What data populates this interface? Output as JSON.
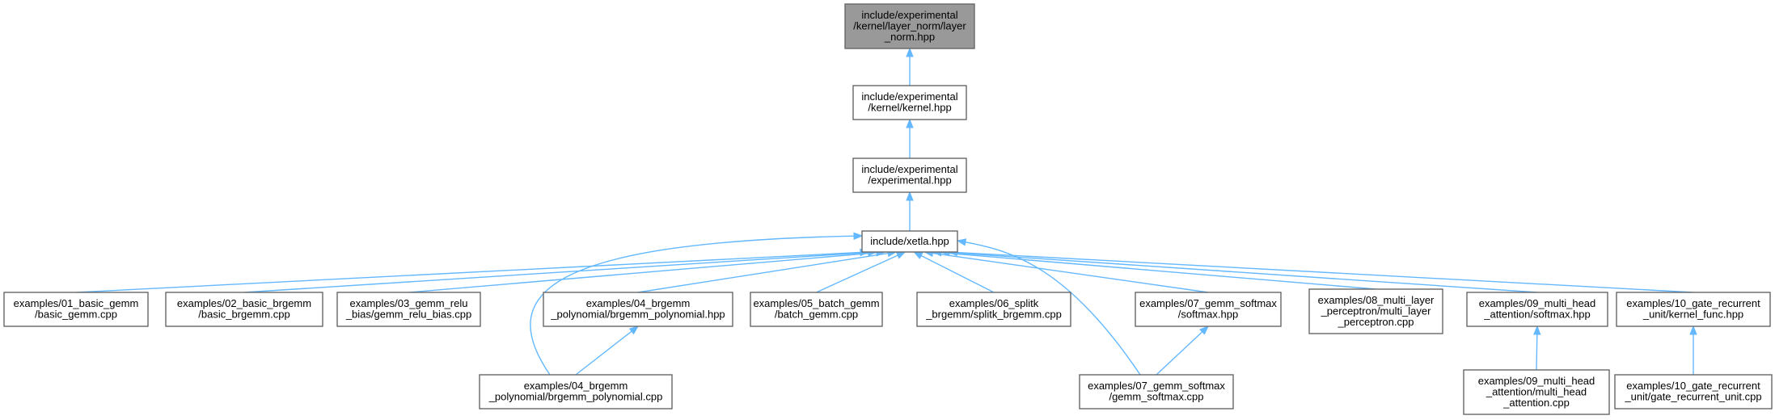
{
  "colors": {
    "highlight_fill": "#999999",
    "node_fill": "#ffffff",
    "node_border": "#666666",
    "edge": "#63b8ff"
  },
  "nodes": {
    "layer_norm": {
      "lines": [
        "include/experimental",
        "/kernel/layer_norm/layer",
        "_norm.hpp"
      ],
      "highlighted": true
    },
    "kernel": {
      "lines": [
        "include/experimental",
        "/kernel/kernel.hpp"
      ]
    },
    "experimental": {
      "lines": [
        "include/experimental",
        "/experimental.hpp"
      ]
    },
    "xetla": {
      "lines": [
        "include/xetla.hpp"
      ]
    },
    "ex01": {
      "lines": [
        "examples/01_basic_gemm",
        "/basic_gemm.cpp"
      ]
    },
    "ex02": {
      "lines": [
        "examples/02_basic_brgemm",
        "/basic_brgemm.cpp"
      ]
    },
    "ex03": {
      "lines": [
        "examples/03_gemm_relu",
        "_bias/gemm_relu_bias.cpp"
      ]
    },
    "ex04h": {
      "lines": [
        "examples/04_brgemm",
        "_polynomial/brgemm_polynomial.hpp"
      ]
    },
    "ex05": {
      "lines": [
        "examples/05_batch_gemm",
        "/batch_gemm.cpp"
      ]
    },
    "ex06": {
      "lines": [
        "examples/06_splitk",
        "_brgemm/splitk_brgemm.cpp"
      ]
    },
    "ex07h": {
      "lines": [
        "examples/07_gemm_softmax",
        "/softmax.hpp"
      ]
    },
    "ex08": {
      "lines": [
        "examples/08_multi_layer",
        "_perceptron/multi_layer",
        "_perceptron.cpp"
      ]
    },
    "ex09h": {
      "lines": [
        "examples/09_multi_head",
        "_attention/softmax.hpp"
      ]
    },
    "ex10h": {
      "lines": [
        "examples/10_gate_recurrent",
        "_unit/kernel_func.hpp"
      ]
    },
    "ex04c": {
      "lines": [
        "examples/04_brgemm",
        "_polynomial/brgemm_polynomial.cpp"
      ]
    },
    "ex07c": {
      "lines": [
        "examples/07_gemm_softmax",
        "/gemm_softmax.cpp"
      ]
    },
    "ex09c": {
      "lines": [
        "examples/09_multi_head",
        "_attention/multi_head",
        "_attention.cpp"
      ]
    },
    "ex10c": {
      "lines": [
        "examples/10_gate_recurrent",
        "_unit/gate_recurrent_unit.cpp"
      ]
    }
  },
  "edges": [
    {
      "from": "kernel",
      "to": "layer_norm"
    },
    {
      "from": "experimental",
      "to": "kernel"
    },
    {
      "from": "xetla",
      "to": "experimental"
    },
    {
      "from": "ex01",
      "to": "xetla"
    },
    {
      "from": "ex02",
      "to": "xetla"
    },
    {
      "from": "ex03",
      "to": "xetla"
    },
    {
      "from": "ex04h",
      "to": "xetla"
    },
    {
      "from": "ex05",
      "to": "xetla"
    },
    {
      "from": "ex06",
      "to": "xetla"
    },
    {
      "from": "ex07h",
      "to": "xetla"
    },
    {
      "from": "ex08",
      "to": "xetla"
    },
    {
      "from": "ex09h",
      "to": "xetla"
    },
    {
      "from": "ex10h",
      "to": "xetla"
    },
    {
      "from": "ex04c",
      "to": "xetla"
    },
    {
      "from": "ex07c",
      "to": "xetla"
    },
    {
      "from": "ex04c",
      "to": "ex04h"
    },
    {
      "from": "ex07c",
      "to": "ex07h"
    },
    {
      "from": "ex09c",
      "to": "ex09h"
    },
    {
      "from": "ex10c",
      "to": "ex10h"
    }
  ]
}
